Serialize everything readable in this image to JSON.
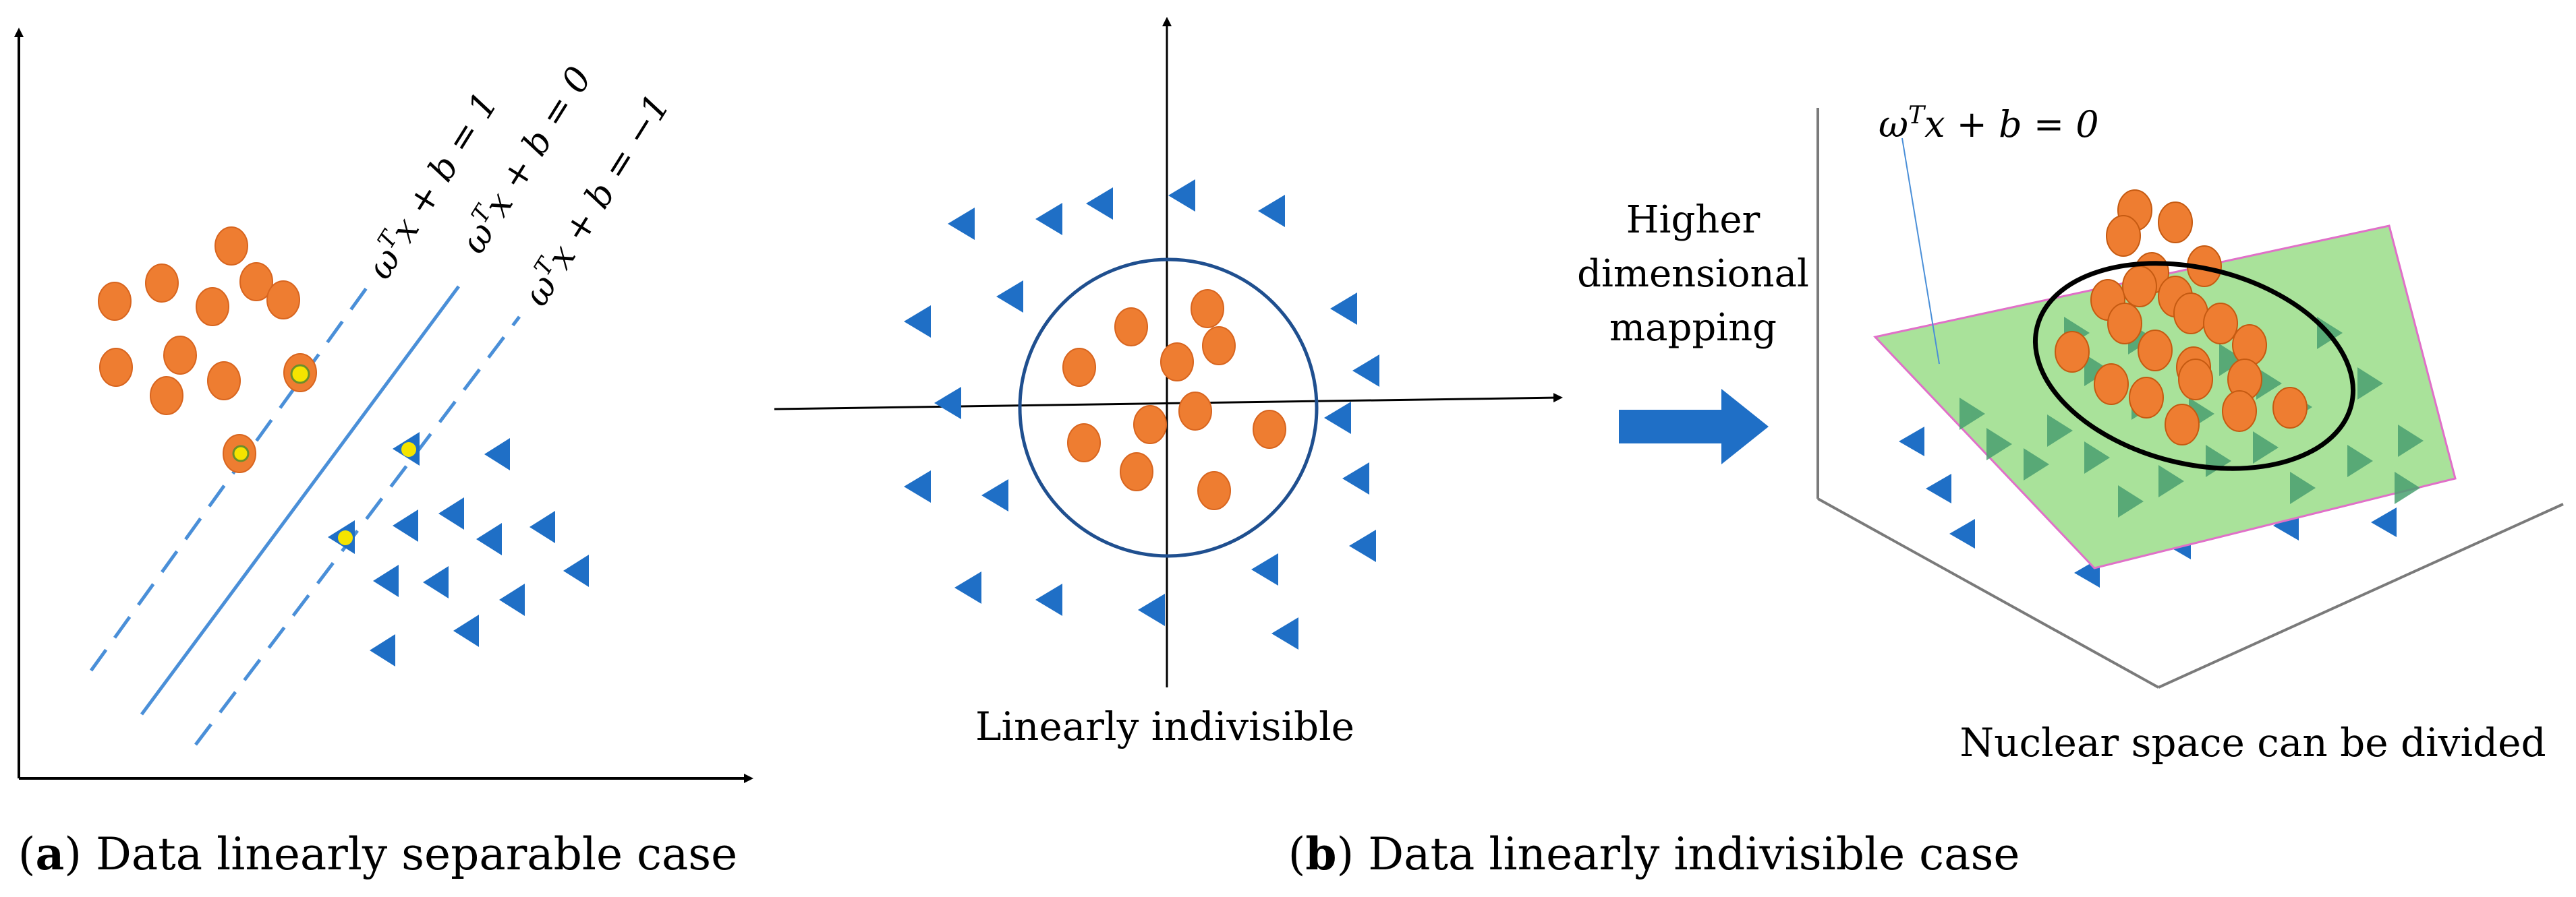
{
  "colors": {
    "orange": "#ee7d31",
    "orange_stroke": "#c55a11",
    "blue": "#1f6fc6",
    "dashed": "#4a8fd8",
    "solid": "#4a8fd8",
    "plane_fill": "#a9e29a",
    "plane_stroke": "#e070c8",
    "green_tri": "#4aa070",
    "arrow": "#1f6fc6",
    "support_dot": "#f5e400"
  },
  "panel_a": {
    "label_bold": "a",
    "label_text": " Data linearly separable case",
    "equations": {
      "upper": "ωTx + b = 1",
      "middle": "ωTx + b = 0",
      "lower": "ωTx + b = −1"
    }
  },
  "panel_b": {
    "label_bold": "b",
    "label_text": " Data linearly indivisible case",
    "left_caption": "Linearly indivisible",
    "arrow_label": [
      "Higher",
      "dimensional",
      "mapping"
    ],
    "right_caption": "Nuclear space can be divided",
    "plane_equation": "ωTx + b = 0"
  }
}
